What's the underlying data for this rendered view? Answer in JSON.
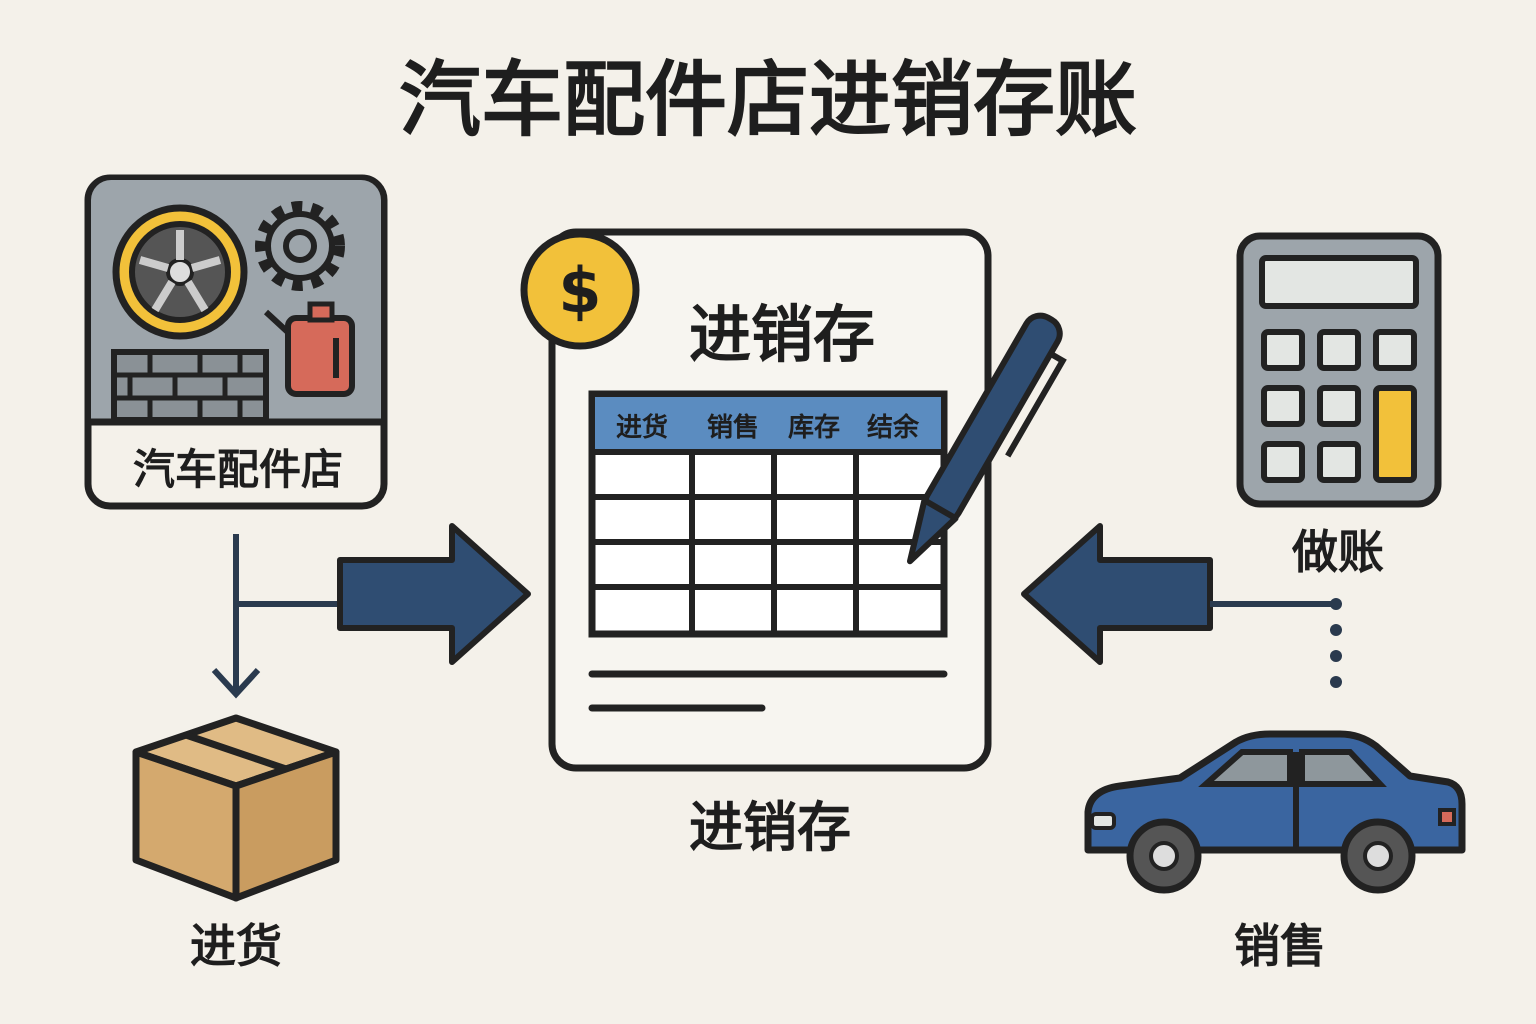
{
  "title": "汽车配件店进销存账",
  "store": {
    "label": "汽车配件店"
  },
  "ledger": {
    "heading": "进销存",
    "columns": [
      "进货",
      "销售",
      "库存",
      "结余"
    ],
    "caption": "进销存",
    "coin_symbol": "$"
  },
  "purchase": {
    "label": "进货"
  },
  "bookkeeping": {
    "label": "做账"
  },
  "sales": {
    "label": "销售"
  },
  "colors": {
    "background": "#f4f1ea",
    "arrow": "#2f4d72",
    "header": "#5b8cc0",
    "accent": "#f2c13a",
    "car": "#3a65a0",
    "box": "#d4a96e"
  }
}
